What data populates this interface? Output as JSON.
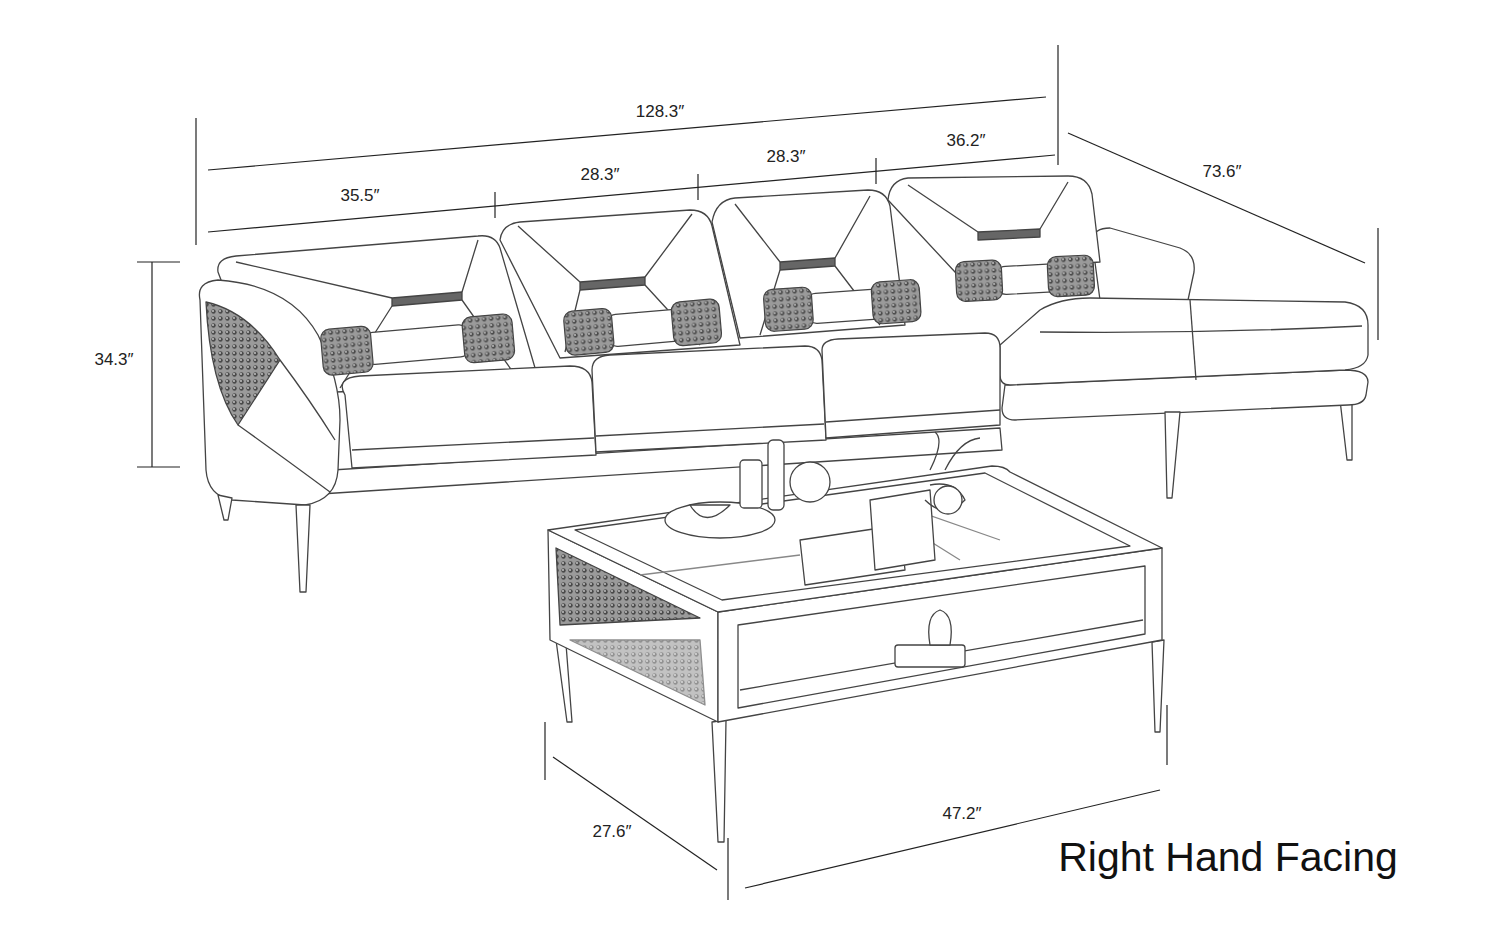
{
  "diagram": {
    "caption": "Right Hand Facing",
    "labels": [
      "128.3″",
      "35.5″",
      "28.3″",
      "28.3″",
      "36.2″",
      "73.6″",
      "34.3″",
      "27.6″",
      "47.2″"
    ]
  }
}
